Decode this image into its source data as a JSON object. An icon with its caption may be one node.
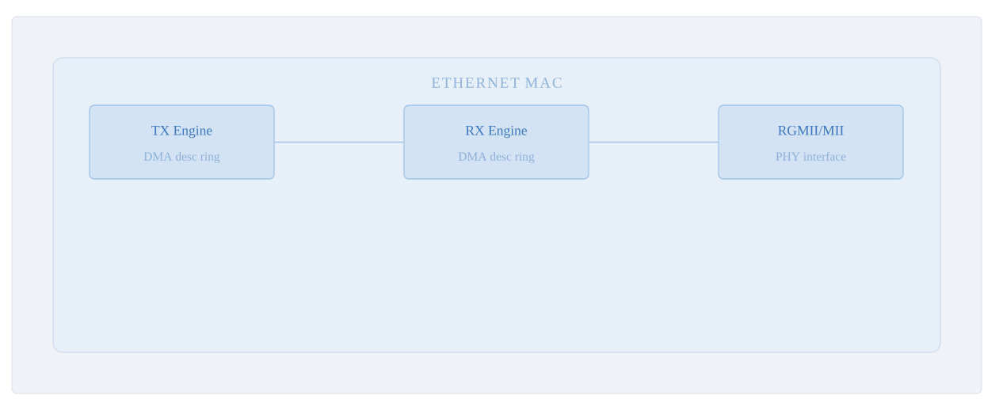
{
  "diagram": {
    "nodes": [
      {
        "text": [
          "ETHERNET MAC"
        ]
      },
      {
        "text": [
          "TX Engine",
          "DMA desc ring"
        ],
        "in": 0
      },
      {
        "text": [
          "RX Engine",
          "DMA desc ring"
        ],
        "in": 0
      },
      {
        "text": [
          "RGMII/MII",
          "PHY interface"
        ],
        "in": 0
      }
    ],
    "edges": [
      {
        "from": 1,
        "to": 2,
        "arrow": "none"
      },
      {
        "from": 2,
        "to": 3,
        "arrow": "none"
      }
    ]
  }
}
